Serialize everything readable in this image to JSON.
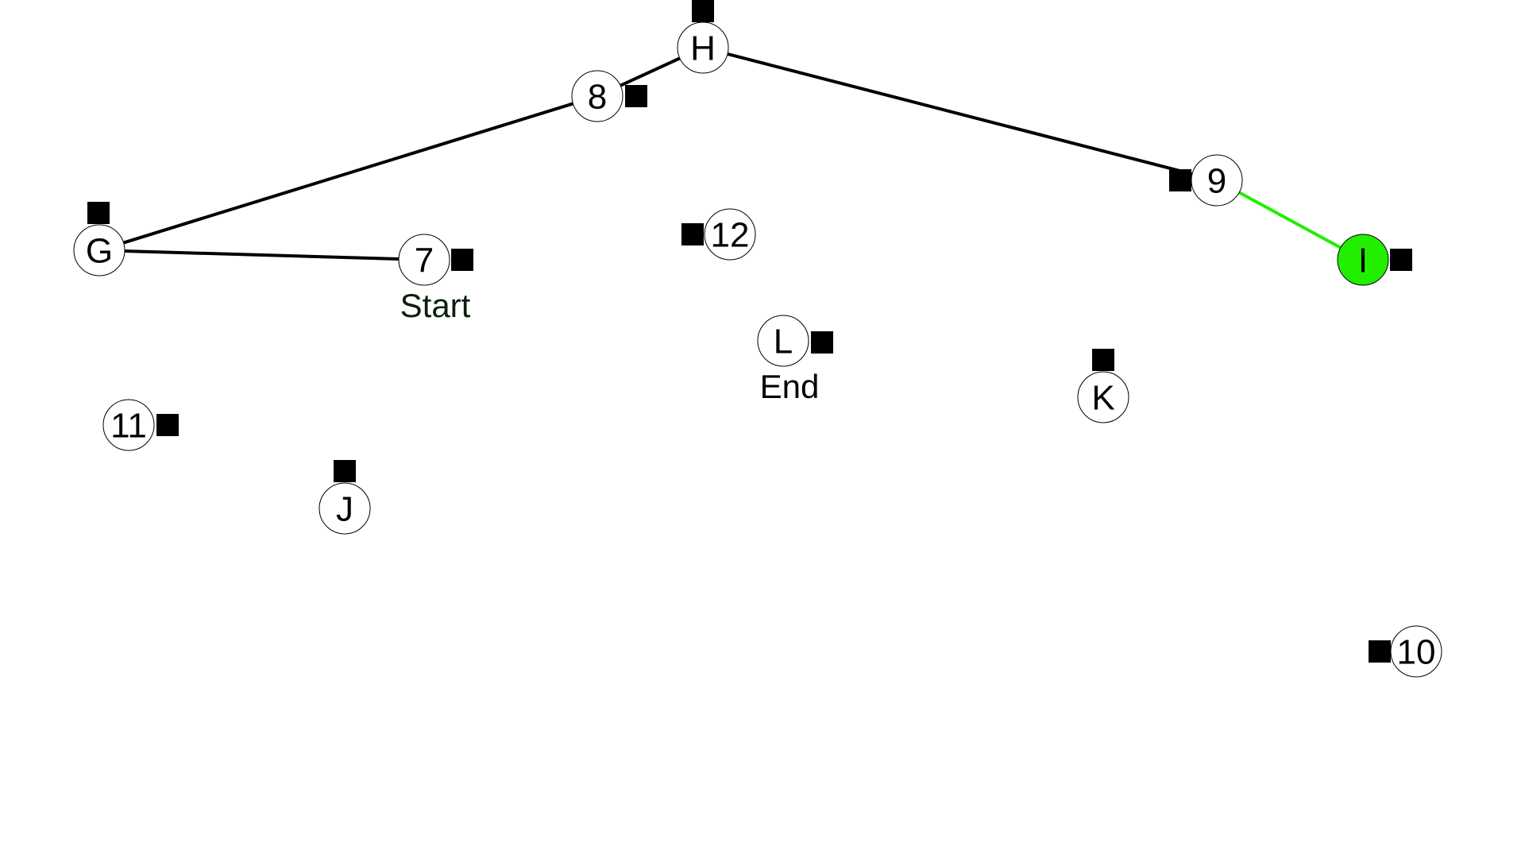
{
  "game": {
    "colors": {
      "background": "#ffffff",
      "node_fill": "#ffffff",
      "node_active_fill": "#22ee00",
      "node_stroke": "#000000",
      "edge_default": "#000000",
      "edge_active": "#22ee00",
      "marker": "#000000",
      "start_caption": "#0a1f0a",
      "end_caption": "#000000"
    },
    "nodes": [
      {
        "id": "H",
        "label": "H",
        "active": false
      },
      {
        "id": "8",
        "label": "8",
        "active": false
      },
      {
        "id": "G",
        "label": "G",
        "active": false
      },
      {
        "id": "7",
        "label": "7",
        "active": false
      },
      {
        "id": "12",
        "label": "12",
        "active": false
      },
      {
        "id": "9",
        "label": "9",
        "active": false
      },
      {
        "id": "I",
        "label": "I",
        "active": true
      },
      {
        "id": "L",
        "label": "L",
        "active": false
      },
      {
        "id": "K",
        "label": "K",
        "active": false
      },
      {
        "id": "11",
        "label": "11",
        "active": false
      },
      {
        "id": "J",
        "label": "J",
        "active": false
      },
      {
        "id": "10",
        "label": "10",
        "active": false
      }
    ],
    "edges": [
      {
        "from": "7",
        "to": "G",
        "active": false
      },
      {
        "from": "G",
        "to": "8",
        "active": false
      },
      {
        "from": "8",
        "to": "H",
        "active": false
      },
      {
        "from": "H",
        "to": "9",
        "active": false
      },
      {
        "from": "9",
        "to": "I",
        "active": true
      }
    ],
    "start": {
      "node": "7",
      "text": "Start"
    },
    "end": {
      "node": "L",
      "text": "End"
    }
  }
}
